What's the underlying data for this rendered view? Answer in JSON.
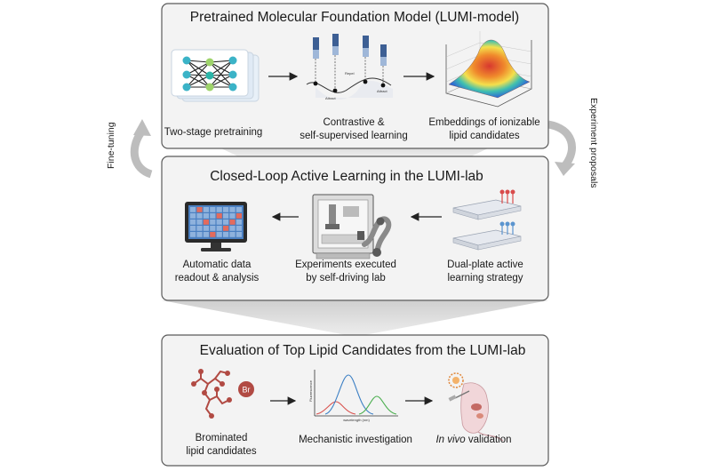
{
  "panels": {
    "top": {
      "title": "Pretrained Molecular Foundation Model (LUMI-model)",
      "step1": "Two-stage pretraining",
      "step2_line1": "Contrastive &",
      "step2_line2": "self-supervised learning",
      "step2_repel": "Repel",
      "step2_attract_a": "Attract",
      "step2_attract_b": "Attract",
      "step3_line1": "Embeddings of ionizable",
      "step3_line2": "lipid candidates"
    },
    "middle": {
      "title": "Closed-Loop Active Learning in the LUMI-lab",
      "step1_line1": "Automatic data",
      "step1_line2": "readout & analysis",
      "step2_line1": "Experiments executed",
      "step2_line2": "by self-driving lab",
      "step3_line1": "Dual-plate active",
      "step3_line2": "learning strategy"
    },
    "bottom": {
      "title": "Evaluation of Top Lipid Candidates from the LUMI-lab",
      "br_label": "Br",
      "step1_line1": "Brominated",
      "step1_line2": "lipid candidates",
      "step2": "Mechanistic investigation",
      "spectrum_ylabel": "Fluorescence",
      "spectrum_xlabel": "wavelength (nm)",
      "step3_italic": "In vivo",
      "step3_rest": " validation"
    }
  },
  "side_labels": {
    "left": "Fine-tuning",
    "right": "Experiment proposals"
  },
  "colors": {
    "panel_fill": "#f3f3f3",
    "panel_stroke": "#5a5a5a",
    "connector": "#d6d6d6",
    "monitor_screen": "#4a7fc1",
    "heat_cell": "#e36b5d",
    "lipid_red": "#b14a43",
    "plate_red": "#d94b4b",
    "plate_blue": "#5b95cf"
  }
}
